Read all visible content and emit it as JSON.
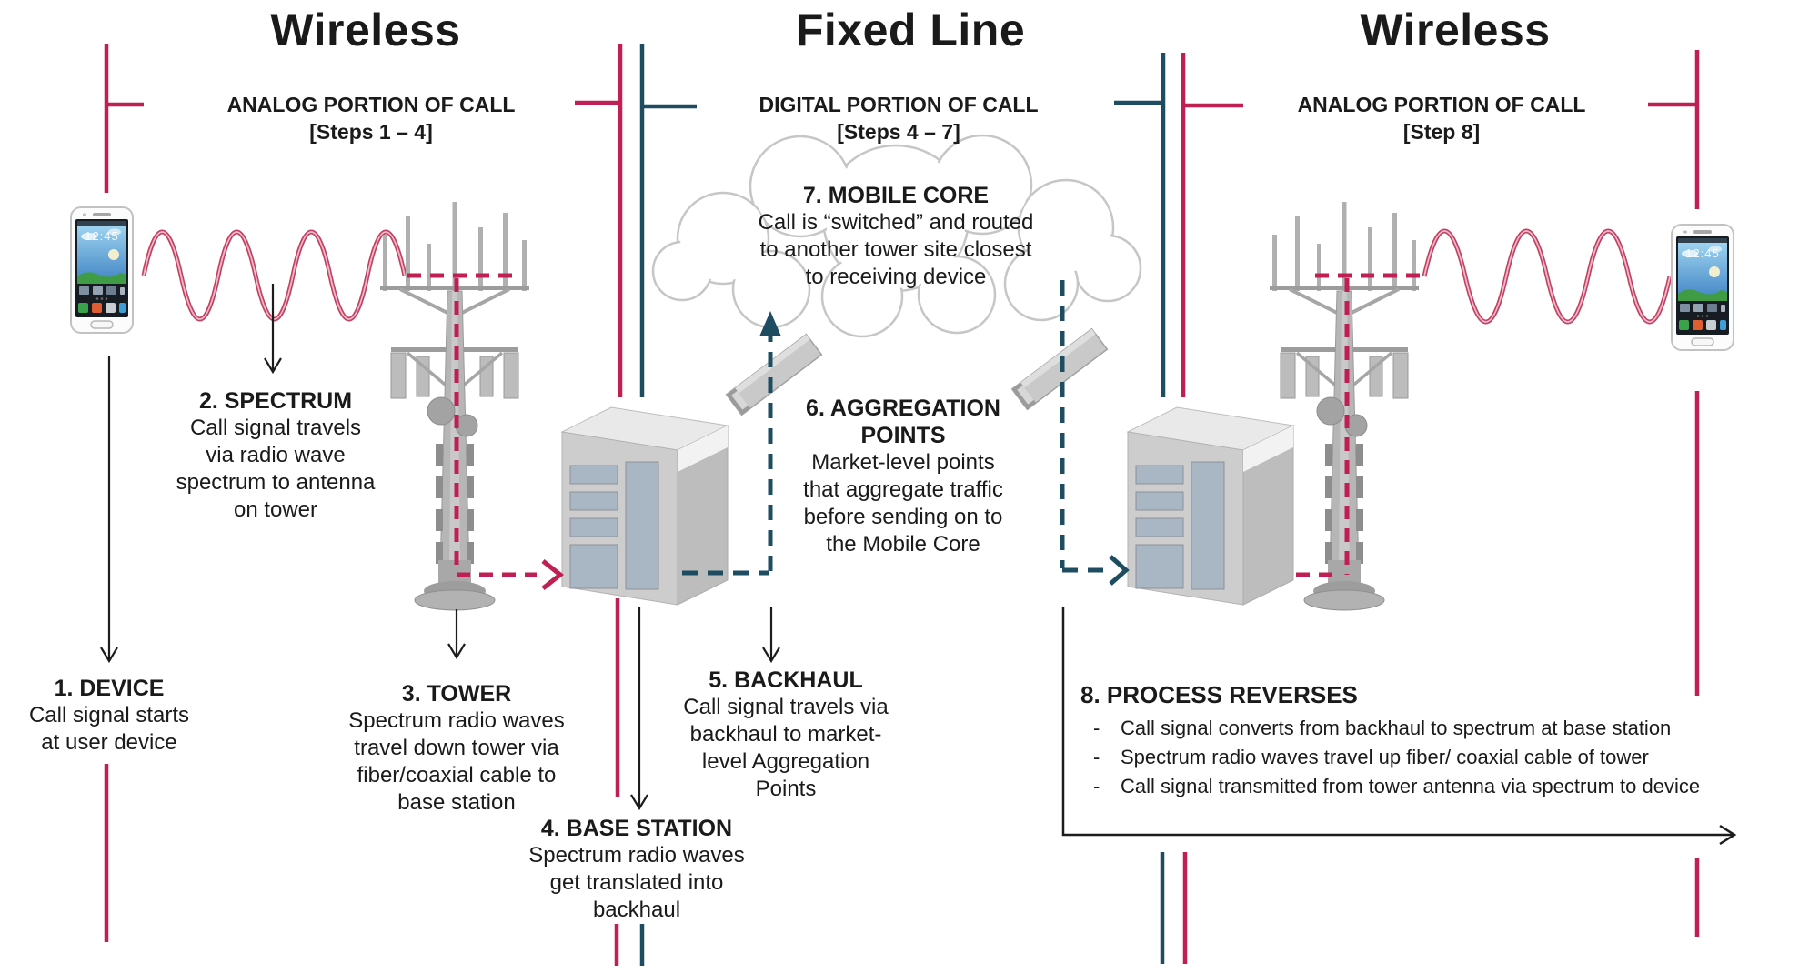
{
  "sections": {
    "left": {
      "title": "Wireless",
      "subtitle_line1": "ANALOG PORTION OF CALL",
      "subtitle_line2": "[Steps 1 – 4]"
    },
    "middle": {
      "title": "Fixed Line",
      "subtitle_line1": "DIGITAL PORTION OF CALL",
      "subtitle_line2": "[Steps 4 – 7]"
    },
    "right": {
      "title": "Wireless",
      "subtitle_line1": "ANALOG PORTION OF CALL",
      "subtitle_line2": "[Step 8]"
    }
  },
  "steps": {
    "s1": {
      "heading": "1. DEVICE",
      "lines": [
        "Call signal starts",
        "at user device"
      ]
    },
    "s2": {
      "heading": "2. SPECTRUM",
      "lines": [
        "Call signal travels",
        "via radio wave",
        "spectrum to antenna",
        "on tower"
      ]
    },
    "s3": {
      "heading": "3. TOWER",
      "lines": [
        "Spectrum radio waves",
        "travel down tower via",
        "fiber/coaxial cable to",
        "base station"
      ]
    },
    "s4": {
      "heading": "4. BASE STATION",
      "lines": [
        "Spectrum radio waves",
        "get translated into",
        "backhaul"
      ]
    },
    "s5": {
      "heading": "5. BACKHAUL",
      "lines": [
        "Call signal travels via",
        "backhaul to market-",
        "level Aggregation",
        "Points"
      ]
    },
    "s6": {
      "heading_line1": "6. AGGREGATION",
      "heading_line2": "POINTS",
      "lines": [
        "Market-level points",
        "that aggregate traffic",
        "before sending on to",
        "the Mobile Core"
      ]
    },
    "s7": {
      "heading": "7. MOBILE CORE",
      "lines": [
        "Call is “switched” and routed",
        "to another tower site closest",
        "to receiving device"
      ]
    },
    "s8": {
      "heading": "8. PROCESS REVERSES",
      "bullet_char": "-",
      "bullets": [
        "Call signal converts from backhaul to spectrum at base station",
        "Spectrum radio waves travel up fiber/ coaxial cable of tower",
        "Call signal transmitted from tower antenna via spectrum to device"
      ]
    }
  },
  "phone": {
    "clock": "12:45"
  },
  "icons": [
    "smartphone-icon",
    "radio-wave",
    "cell-tower-icon",
    "base-station-icon",
    "aggregation-point-icon",
    "mobile-core-cloud-icon",
    "arrow-down-icon",
    "process-reverses-arrow"
  ],
  "colors": {
    "analog_accent": "#C01F52",
    "digital_accent": "#1E4C60",
    "wave_pink": "#C4526F",
    "diagram_gray": "#bdbdbd",
    "panel_blue": "#A9B6C4",
    "text": "#1a1a1a"
  }
}
